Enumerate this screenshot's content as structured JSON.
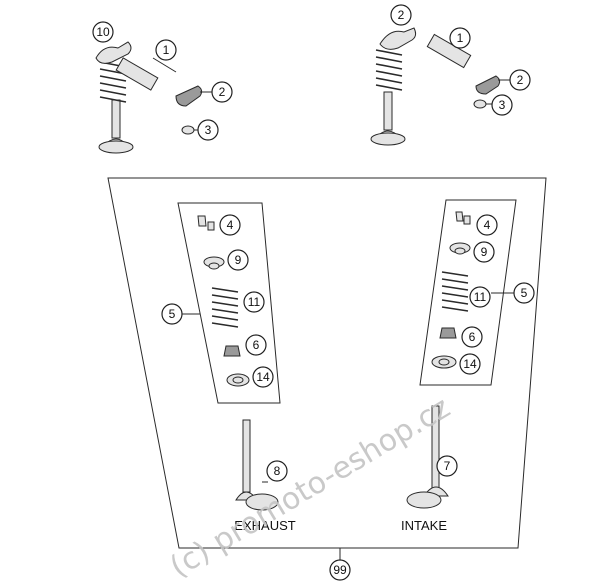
{
  "callouts": {
    "c10": "10",
    "c1a": "1",
    "c2a": "2",
    "c3a": "3",
    "c2b": "2",
    "c1b": "1",
    "c2c": "2",
    "c3b": "3",
    "c4a": "4",
    "c9a": "9",
    "c11a": "11",
    "c5a": "5",
    "c6a": "6",
    "c14a": "14",
    "c4b": "4",
    "c9b": "9",
    "c11b": "11",
    "c5b": "5",
    "c6b": "6",
    "c14b": "14",
    "c8": "8",
    "c7": "7",
    "c99": "99"
  },
  "labels": {
    "exhaust": "EXHAUST",
    "intake": "INTAKE"
  },
  "watermark": "(c) promoto-eshop.cz"
}
